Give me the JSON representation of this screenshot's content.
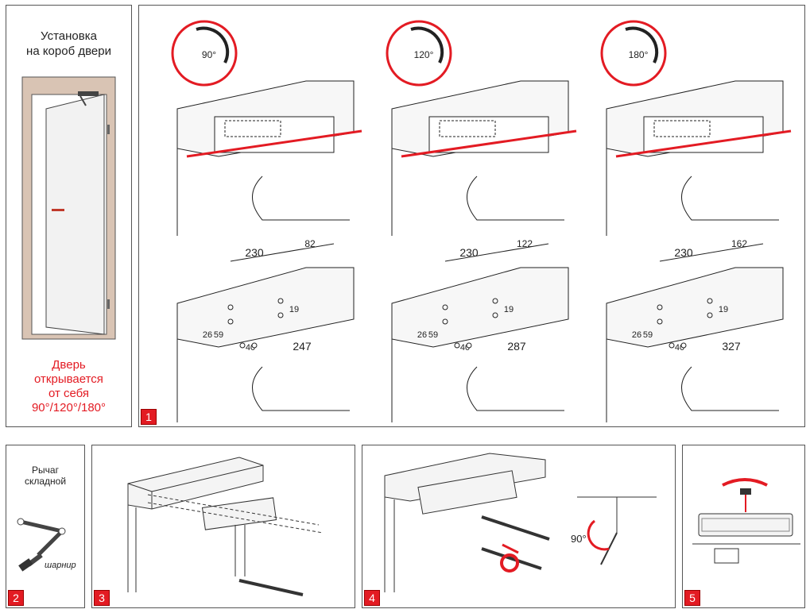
{
  "panel_left": {
    "title_line1": "Установка",
    "title_line2": "на короб двери",
    "note_line1": "Дверь",
    "note_line2": "открывается",
    "note_line3": "от себя",
    "note_line4": "90°/120°/180°",
    "accent_color": "#e31b23"
  },
  "panel1": {
    "number": "1",
    "variants": [
      {
        "angle": "90°",
        "dim_a": "230",
        "dim_b": "82",
        "dim_c": "247",
        "dim_19": "19",
        "dim_26": "26",
        "dim_59": "59",
        "dim_40": "40"
      },
      {
        "angle": "120°",
        "dim_a": "230",
        "dim_b": "122",
        "dim_c": "287",
        "dim_19": "19",
        "dim_26": "26",
        "dim_59": "59",
        "dim_40": "40"
      },
      {
        "angle": "180°",
        "dim_a": "230",
        "dim_b": "162",
        "dim_c": "327",
        "dim_19": "19",
        "dim_26": "26",
        "dim_59": "59",
        "dim_40": "40"
      }
    ]
  },
  "panel2": {
    "number": "2",
    "label_line1": "Рычаг",
    "label_line2": "складной",
    "hinge_label": "шарнир"
  },
  "panel3": {
    "number": "3"
  },
  "panel4": {
    "number": "4",
    "angle_label": "90°"
  },
  "panel5": {
    "number": "5"
  }
}
